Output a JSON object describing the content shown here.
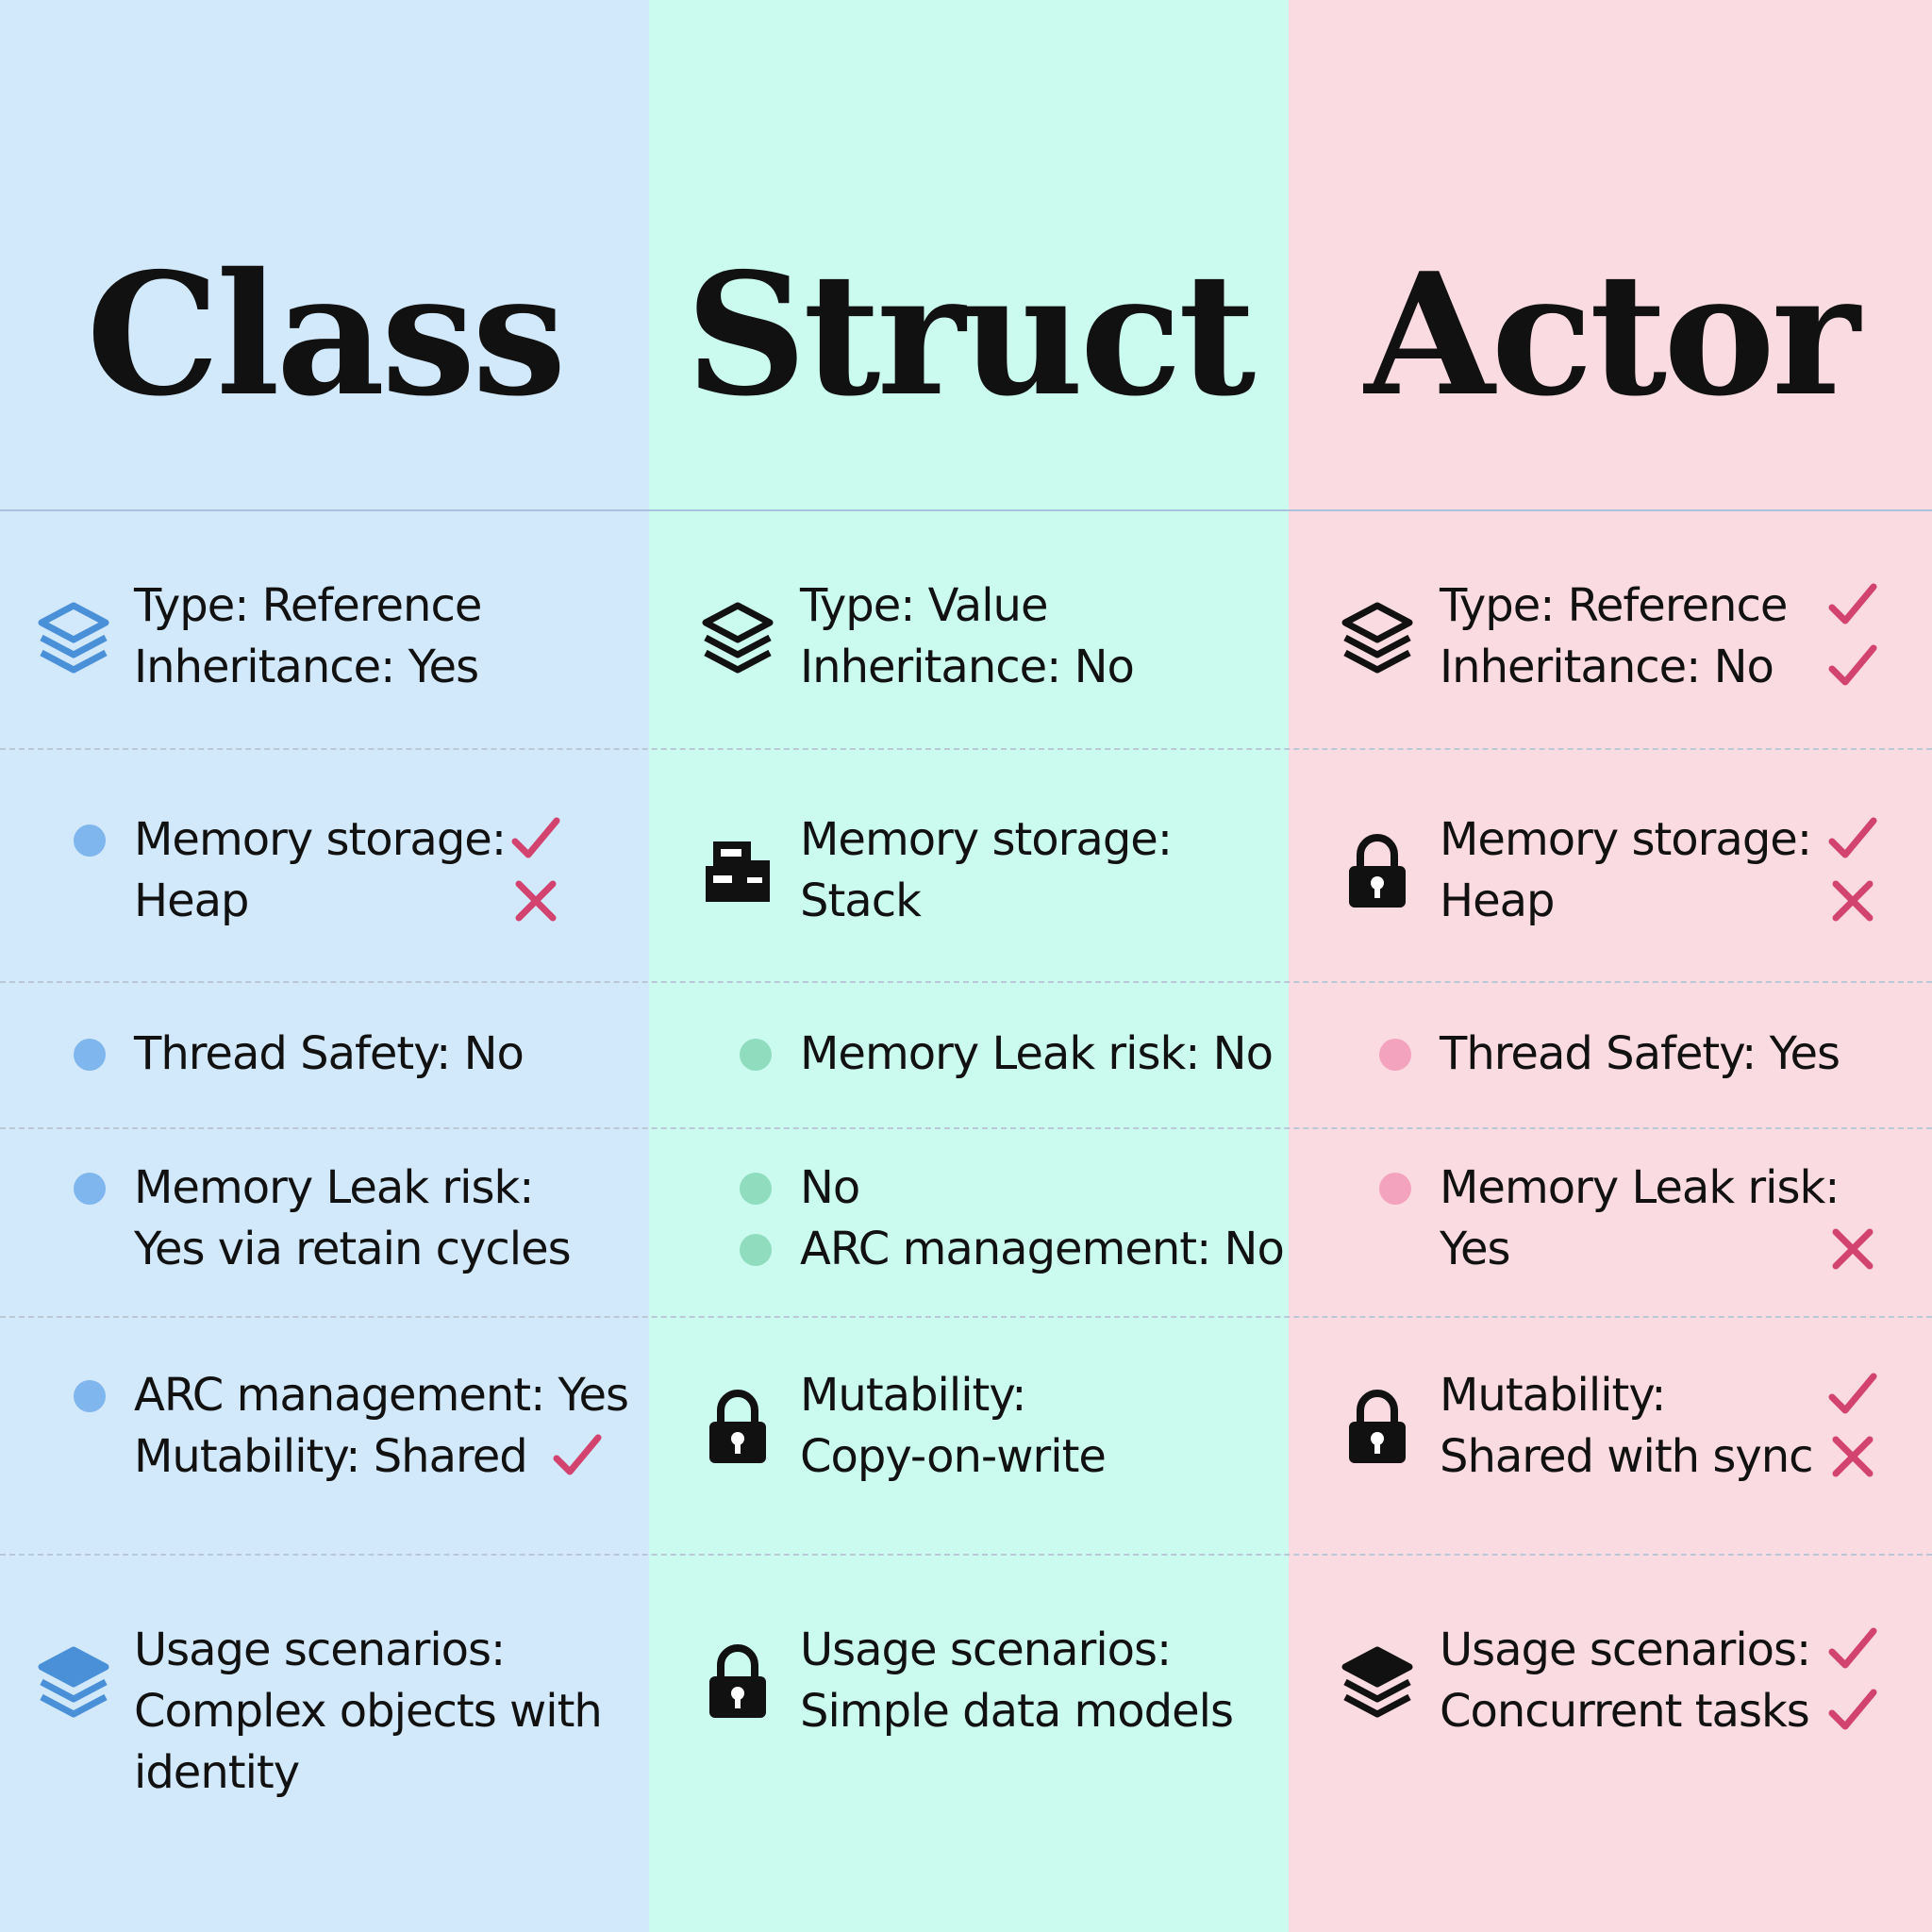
{
  "colors": {
    "class_bg": "#d2e8fb",
    "struct_bg": "#cbfbee",
    "actor_bg": "#fbdbe2",
    "class_dot": "#7fb6ee",
    "struct_dot": "#8fdcbf",
    "actor_dot": "#f4a3bf",
    "mark": "#d2446f"
  },
  "columns": [
    {
      "title": "Class",
      "rows": [
        {
          "lines": [
            "Type: Reference",
            "Inheritance: Yes"
          ],
          "icon": "layers-icon"
        },
        {
          "lines": [
            "Memory storage:",
            "Heap"
          ],
          "icon": "bullet-dot",
          "marks": [
            "check",
            "cross"
          ]
        },
        {
          "lines": [
            "Thread Safety: No"
          ],
          "icon": "bullet-dot"
        },
        {
          "lines": [
            "Memory Leak risk:",
            "Yes via retain cycles"
          ],
          "icon": "bullet-dot"
        },
        {
          "lines": [
            "ARC management: Yes",
            "Mutability: Shared"
          ],
          "icon": "bullet-dot",
          "marks": [
            "check"
          ]
        },
        {
          "lines": [
            "Usage scenarios:",
            "Complex objects with",
            "identity"
          ],
          "icon": "stack-icon"
        }
      ]
    },
    {
      "title": "Struct",
      "rows": [
        {
          "lines": [
            "Type: Value",
            "Inheritance: No"
          ],
          "icon": "layers-icon"
        },
        {
          "lines": [
            "Memory storage:",
            "Stack"
          ],
          "icon": "boxes-icon"
        },
        {
          "lines": [
            "Memory Leak risk: No"
          ],
          "icon": "bullet-dot"
        },
        {
          "lines": [
            "No",
            "ARC management: No"
          ],
          "icon": "bullet-dot"
        },
        {
          "lines": [
            "Mutability:",
            "Copy-on-write"
          ],
          "icon": "lock-icon"
        },
        {
          "lines": [
            "Usage scenarios:",
            "Simple data models"
          ],
          "icon": "lock-icon"
        }
      ]
    },
    {
      "title": "Actor",
      "rows": [
        {
          "lines": [
            "Type: Reference",
            "Inheritance: No"
          ],
          "icon": "layers-icon",
          "marks": [
            "check",
            "check"
          ]
        },
        {
          "lines": [
            "Memory storage:",
            "Heap"
          ],
          "icon": "lock-icon",
          "marks": [
            "check",
            "cross"
          ]
        },
        {
          "lines": [
            "Thread Safety: Yes"
          ],
          "icon": "bullet-dot"
        },
        {
          "lines": [
            "Memory Leak risk:",
            "Yes"
          ],
          "icon": "bullet-dot",
          "marks": [
            "cross"
          ]
        },
        {
          "lines": [
            "Mutability:",
            "Shared with sync"
          ],
          "icon": "lock-icon",
          "marks": [
            "check",
            "cross"
          ]
        },
        {
          "lines": [
            "Usage scenarios:",
            "Concurrent tasks"
          ],
          "icon": "stack-icon",
          "marks": [
            "check",
            "check"
          ]
        }
      ]
    }
  ]
}
